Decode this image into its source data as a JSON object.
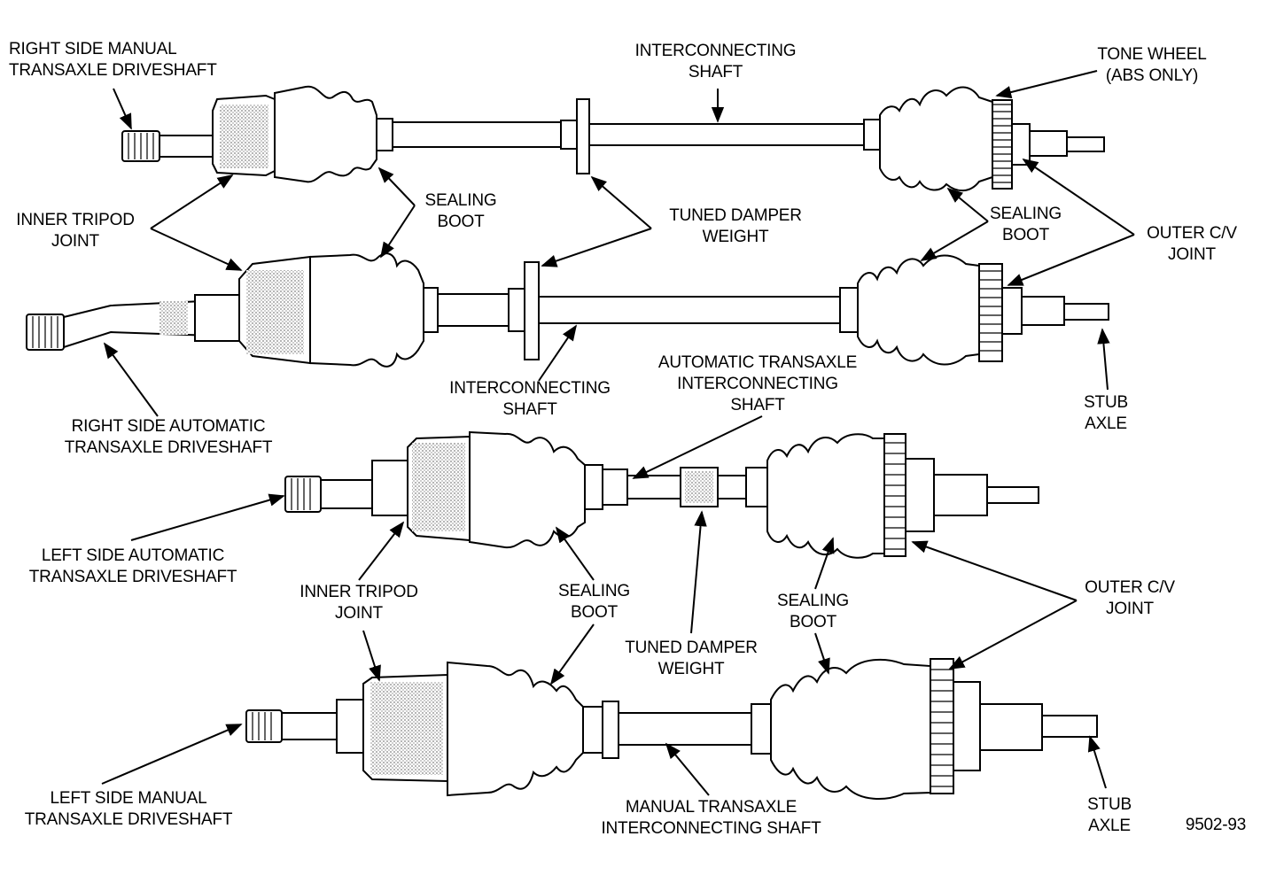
{
  "figure_id": "9502-93",
  "labels": {
    "rs_manual_driveshaft": [
      "RIGHT SIDE MANUAL",
      "TRANSAXLE DRIVESHAFT"
    ],
    "interconnecting_shaft_top": [
      "INTERCONNECTING",
      "SHAFT"
    ],
    "tone_wheel": [
      "TONE WHEEL",
      "(ABS ONLY)"
    ],
    "inner_tripod_joint_top": [
      "INNER TRIPOD",
      "JOINT"
    ],
    "sealing_boot_1": [
      "SEALING",
      "BOOT"
    ],
    "tuned_damper_weight_top": [
      "TUNED DAMPER",
      "WEIGHT"
    ],
    "sealing_boot_2": [
      "SEALING",
      "BOOT"
    ],
    "outer_cv_joint_top": [
      "OUTER C/V",
      "JOINT"
    ],
    "rs_automatic_driveshaft": [
      "RIGHT SIDE AUTOMATIC",
      "TRANSAXLE DRIVESHAFT"
    ],
    "interconnecting_shaft_mid": [
      "INTERCONNECTING",
      "SHAFT"
    ],
    "auto_interconnecting_shaft": [
      "AUTOMATIC TRANSAXLE",
      "INTERCONNECTING",
      "SHAFT"
    ],
    "stub_axle_top": [
      "STUB",
      "AXLE"
    ],
    "ls_automatic_driveshaft": [
      "LEFT SIDE AUTOMATIC",
      "TRANSAXLE DRIVESHAFT"
    ],
    "inner_tripod_joint_bottom": [
      "INNER TRIPOD",
      "JOINT"
    ],
    "sealing_boot_3": [
      "SEALING",
      "BOOT"
    ],
    "tuned_damper_weight_bottom": [
      "TUNED DAMPER",
      "WEIGHT"
    ],
    "sealing_boot_4": [
      "SEALING",
      "BOOT"
    ],
    "outer_cv_joint_bottom": [
      "OUTER C/V",
      "JOINT"
    ],
    "ls_manual_driveshaft": [
      "LEFT SIDE MANUAL",
      "TRANSAXLE DRIVESHAFT"
    ],
    "manual_interconnecting_shaft": [
      "MANUAL TRANSAXLE",
      "INTERCONNECTING SHAFT"
    ],
    "stub_axle_bottom": [
      "STUB",
      "AXLE"
    ]
  }
}
